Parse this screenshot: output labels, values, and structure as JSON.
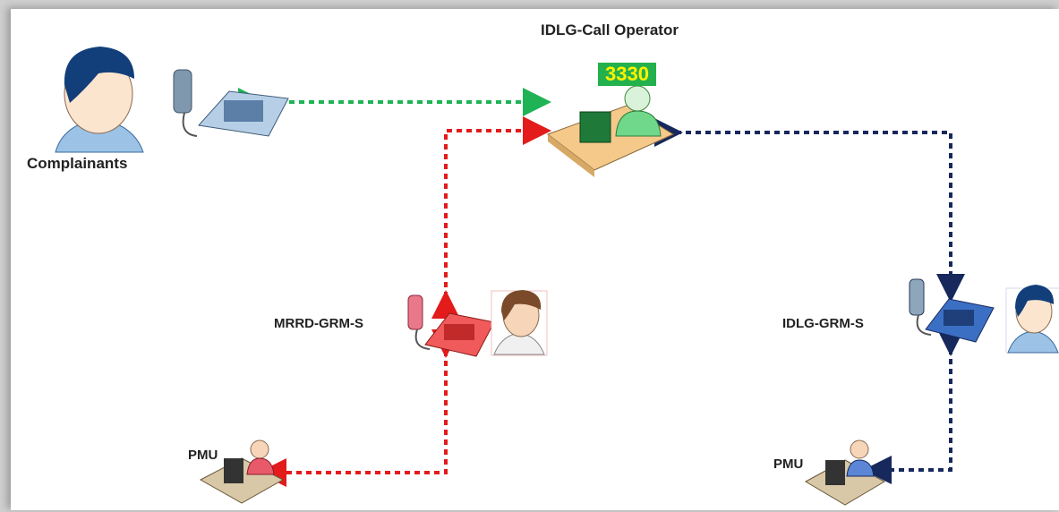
{
  "diagram": {
    "title": "IDLG-Call Operator",
    "operator_number": "3330",
    "nodes": {
      "complainants": "Complainants",
      "mrrd": "MRRD-GRM-S",
      "idlg": "IDLG-GRM-S",
      "pmu_left": "PMU",
      "pmu_right": "PMU"
    },
    "colors": {
      "green_link": "#1fb356",
      "red_link": "#e31b1b",
      "navy_link": "#16285c",
      "badge_bg": "#22b14c",
      "badge_text": "#fff200"
    }
  }
}
